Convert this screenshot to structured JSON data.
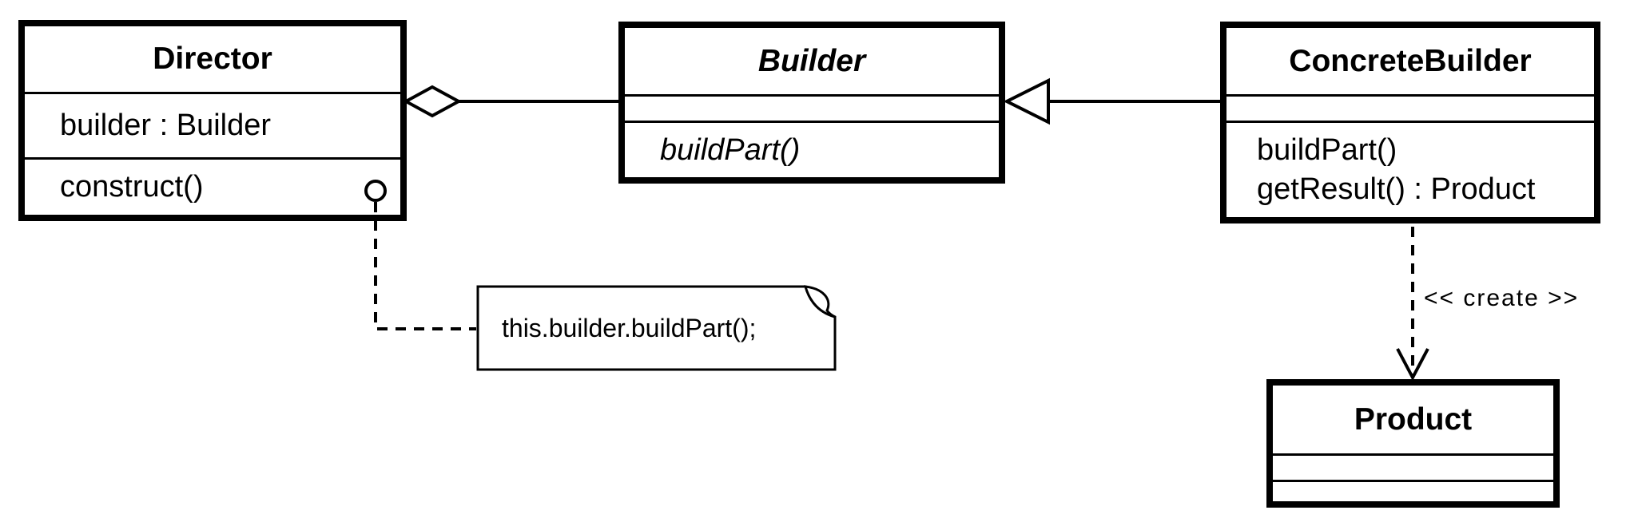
{
  "diagram": {
    "pattern": "Builder pattern UML class diagram",
    "colors": {
      "line": "#000000",
      "background": "#ffffff",
      "fill": "#ffffff"
    },
    "classes": {
      "director": {
        "name": "Director",
        "attributes": [
          "builder : Builder"
        ],
        "methods": [
          "construct()"
        ]
      },
      "builder": {
        "name": "Builder",
        "abstract": true,
        "attributes": [],
        "methods": [
          "buildPart()"
        ]
      },
      "concrete_builder": {
        "name": "ConcreteBuilder",
        "attributes": [],
        "methods": [
          "buildPart()",
          "getResult() : Product"
        ]
      },
      "product": {
        "name": "Product",
        "attributes": [],
        "methods": []
      }
    },
    "relationships": [
      {
        "type": "aggregation",
        "from": "Director",
        "to": "Builder"
      },
      {
        "type": "inheritance",
        "from": "ConcreteBuilder",
        "to": "Builder"
      },
      {
        "type": "dependency",
        "from": "ConcreteBuilder",
        "to": "Product",
        "label": "<< create >>"
      }
    ],
    "note": {
      "text": "this.builder.buildPart();",
      "attached_to": "construct()"
    },
    "labels": {
      "create": "<< create >>"
    }
  }
}
